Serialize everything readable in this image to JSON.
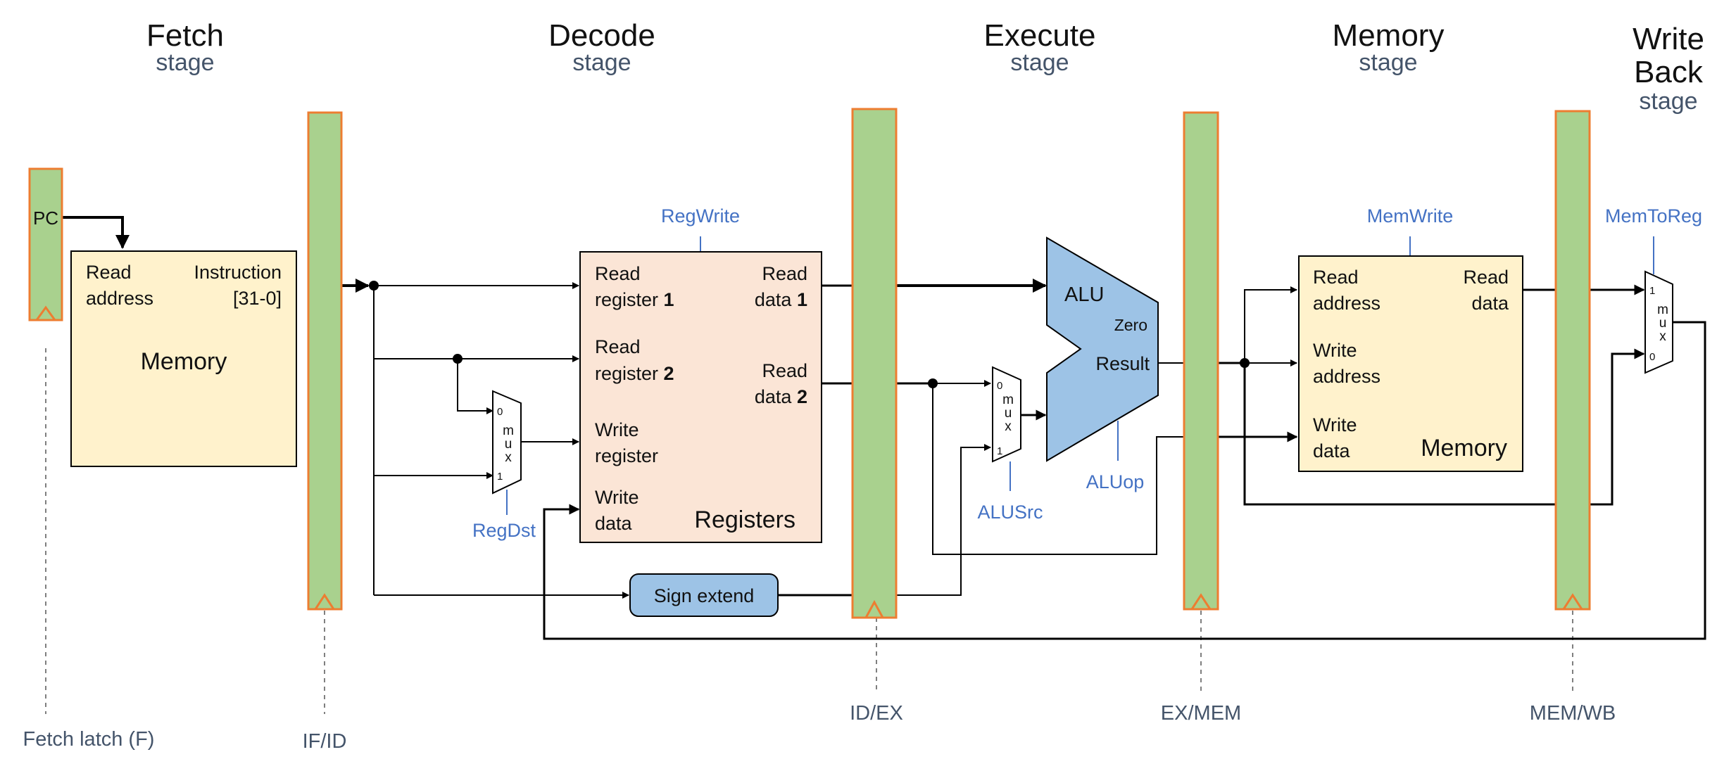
{
  "stages": {
    "fetch": {
      "title": "Fetch",
      "sub": "stage"
    },
    "decode": {
      "title": "Decode",
      "sub": "stage"
    },
    "execute": {
      "title": "Execute",
      "sub": "stage"
    },
    "memory": {
      "title": "Memory",
      "sub": "stage"
    },
    "writeback": {
      "title1": "Write",
      "title2": "Back",
      "sub": "stage"
    }
  },
  "latches": {
    "fetch": "Fetch latch (F)",
    "ifid": "IF/ID",
    "idex": "ID/EX",
    "exmem": "EX/MEM",
    "memwb": "MEM/WB"
  },
  "pc": "PC",
  "instr_memory": {
    "read": "Read",
    "address": "address",
    "instruction": "Instruction",
    "bits": "[31-0]",
    "title": "Memory"
  },
  "registers": {
    "read1a": "Read",
    "read1b": "register",
    "read1n": "1",
    "read2a": "Read",
    "read2b": "register",
    "read2n": "2",
    "writeRegA": "Write",
    "writeRegB": "register",
    "writeDataA": "Write",
    "writeDataB": "data",
    "data1a": "Read",
    "data1b": "data",
    "data1n": "1",
    "data2a": "Read",
    "data2b": "data",
    "data2n": "2",
    "title": "Registers"
  },
  "alu": {
    "label": "ALU",
    "zero": "Zero",
    "result": "Result"
  },
  "sign_extend": "Sign extend",
  "data_memory": {
    "readA": "Read",
    "readB": "address",
    "writeAddrA": "Write",
    "writeAddrB": "address",
    "writeDataA": "Write",
    "writeDataB": "data",
    "readDataA": "Read",
    "readDataB": "data",
    "title": "Memory"
  },
  "controls": {
    "regwrite": "RegWrite",
    "regdst": "RegDst",
    "alusrc": "ALUSrc",
    "aluop": "ALUop",
    "memwrite": "MemWrite",
    "memtoreg": "MemToReg"
  },
  "mux": {
    "m": "m",
    "u": "u",
    "x": "x",
    "zero": "0",
    "one": "1"
  },
  "colors": {
    "latch_fill": "#a9d18e",
    "latch_border": "#ed7d31",
    "memory_fill": "#fff2cc",
    "registers_fill": "#fbe5d6",
    "alu_fill": "#9dc3e6",
    "control_text": "#4472c4",
    "stage_sub": "#44546a"
  }
}
